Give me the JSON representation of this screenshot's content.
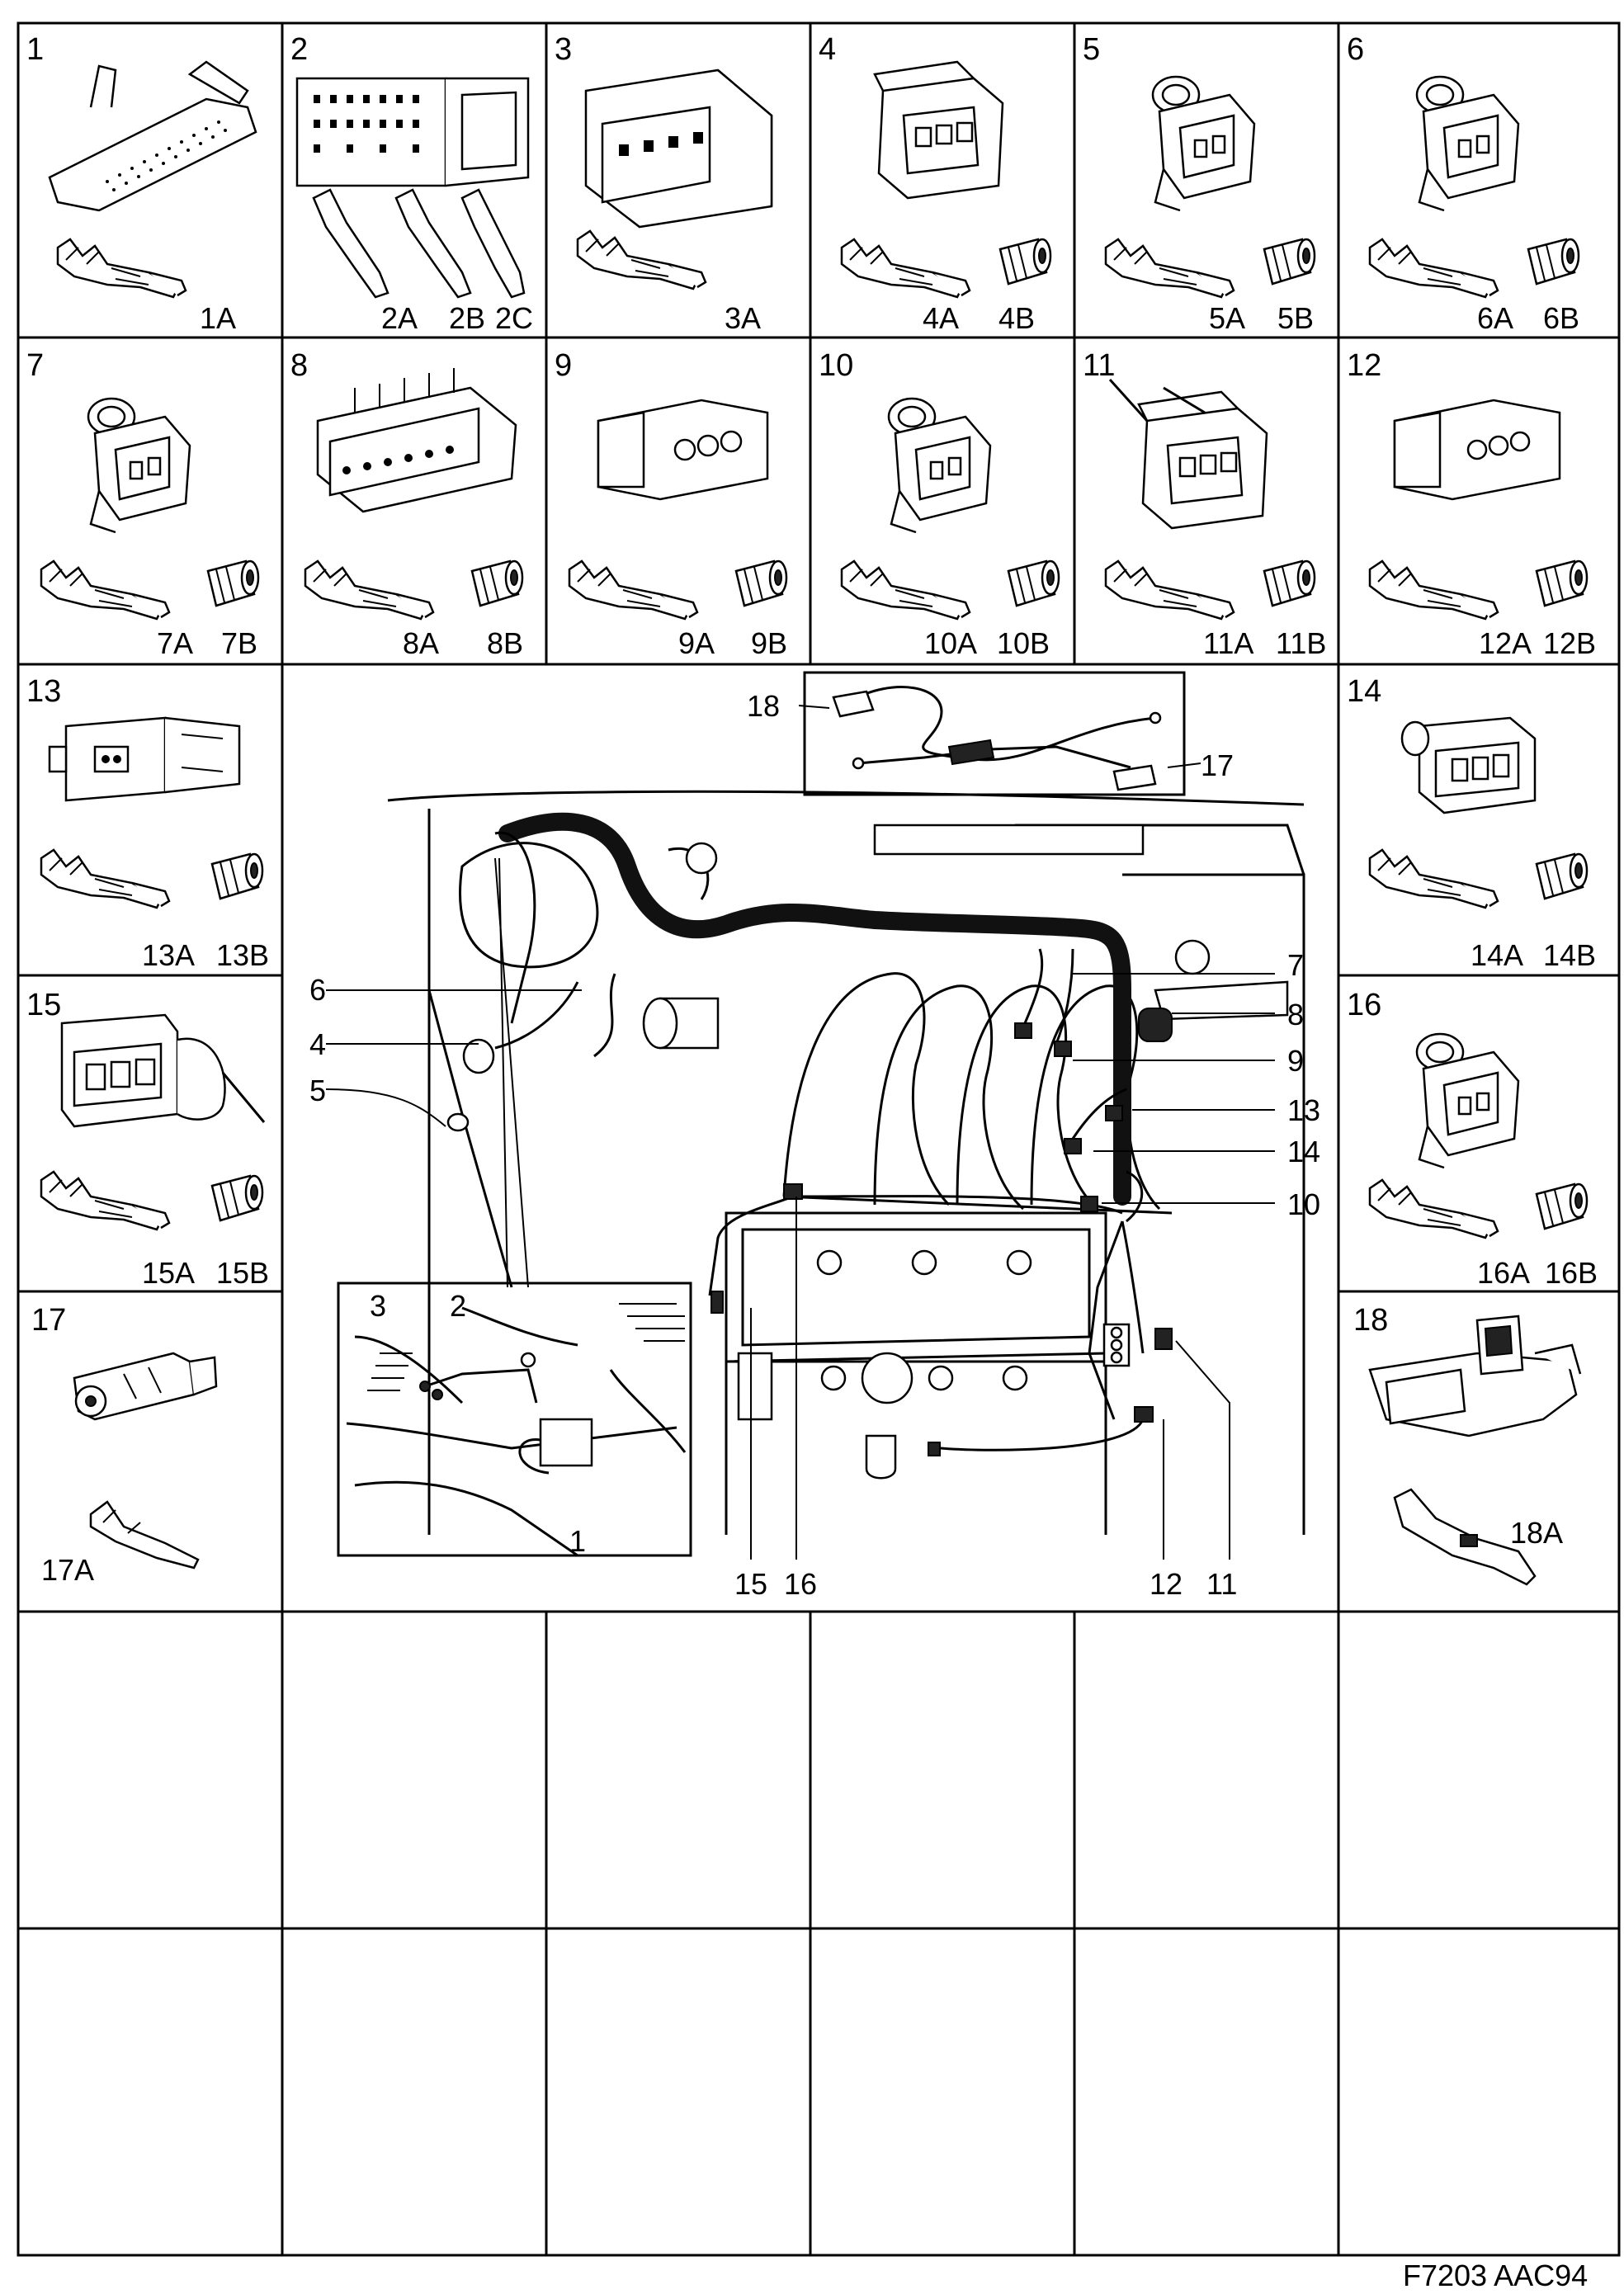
{
  "doc_code": "F7203 AAC94",
  "cells": [
    {
      "num": "1",
      "labels": [
        "1A"
      ]
    },
    {
      "num": "2",
      "labels": [
        "2A",
        "2B",
        "2C"
      ]
    },
    {
      "num": "3",
      "labels": [
        "3A"
      ]
    },
    {
      "num": "4",
      "labels": [
        "4A",
        "4B"
      ]
    },
    {
      "num": "5",
      "labels": [
        "5A",
        "5B"
      ]
    },
    {
      "num": "6",
      "labels": [
        "6A",
        "6B"
      ]
    },
    {
      "num": "7",
      "labels": [
        "7A",
        "7B"
      ]
    },
    {
      "num": "8",
      "labels": [
        "8A",
        "8B"
      ]
    },
    {
      "num": "9",
      "labels": [
        "9A",
        "9B"
      ]
    },
    {
      "num": "10",
      "labels": [
        "10A",
        "10B"
      ]
    },
    {
      "num": "11",
      "labels": [
        "11A",
        "11B"
      ]
    },
    {
      "num": "12",
      "labels": [
        "12A",
        "12B"
      ]
    },
    {
      "num": "13",
      "labels": [
        "13A",
        "13B"
      ]
    },
    {
      "num": "14",
      "labels": [
        "14A",
        "14B"
      ]
    },
    {
      "num": "15",
      "labels": [
        "15A",
        "15B"
      ]
    },
    {
      "num": "16",
      "labels": [
        "16A",
        "16B"
      ]
    },
    {
      "num": "17",
      "labels": [
        "17A"
      ]
    },
    {
      "num": "18",
      "labels": [
        "18A"
      ]
    }
  ],
  "callouts": {
    "c18": "18",
    "c17": "17",
    "c7": "7",
    "c8": "8",
    "c6": "6",
    "c4": "4",
    "c5": "5",
    "c9": "9",
    "c13": "13",
    "c14": "14",
    "c10": "10",
    "c15": "15",
    "c16": "16",
    "c12": "12",
    "c11": "11",
    "i3": "3",
    "i2": "2",
    "i1": "1"
  }
}
